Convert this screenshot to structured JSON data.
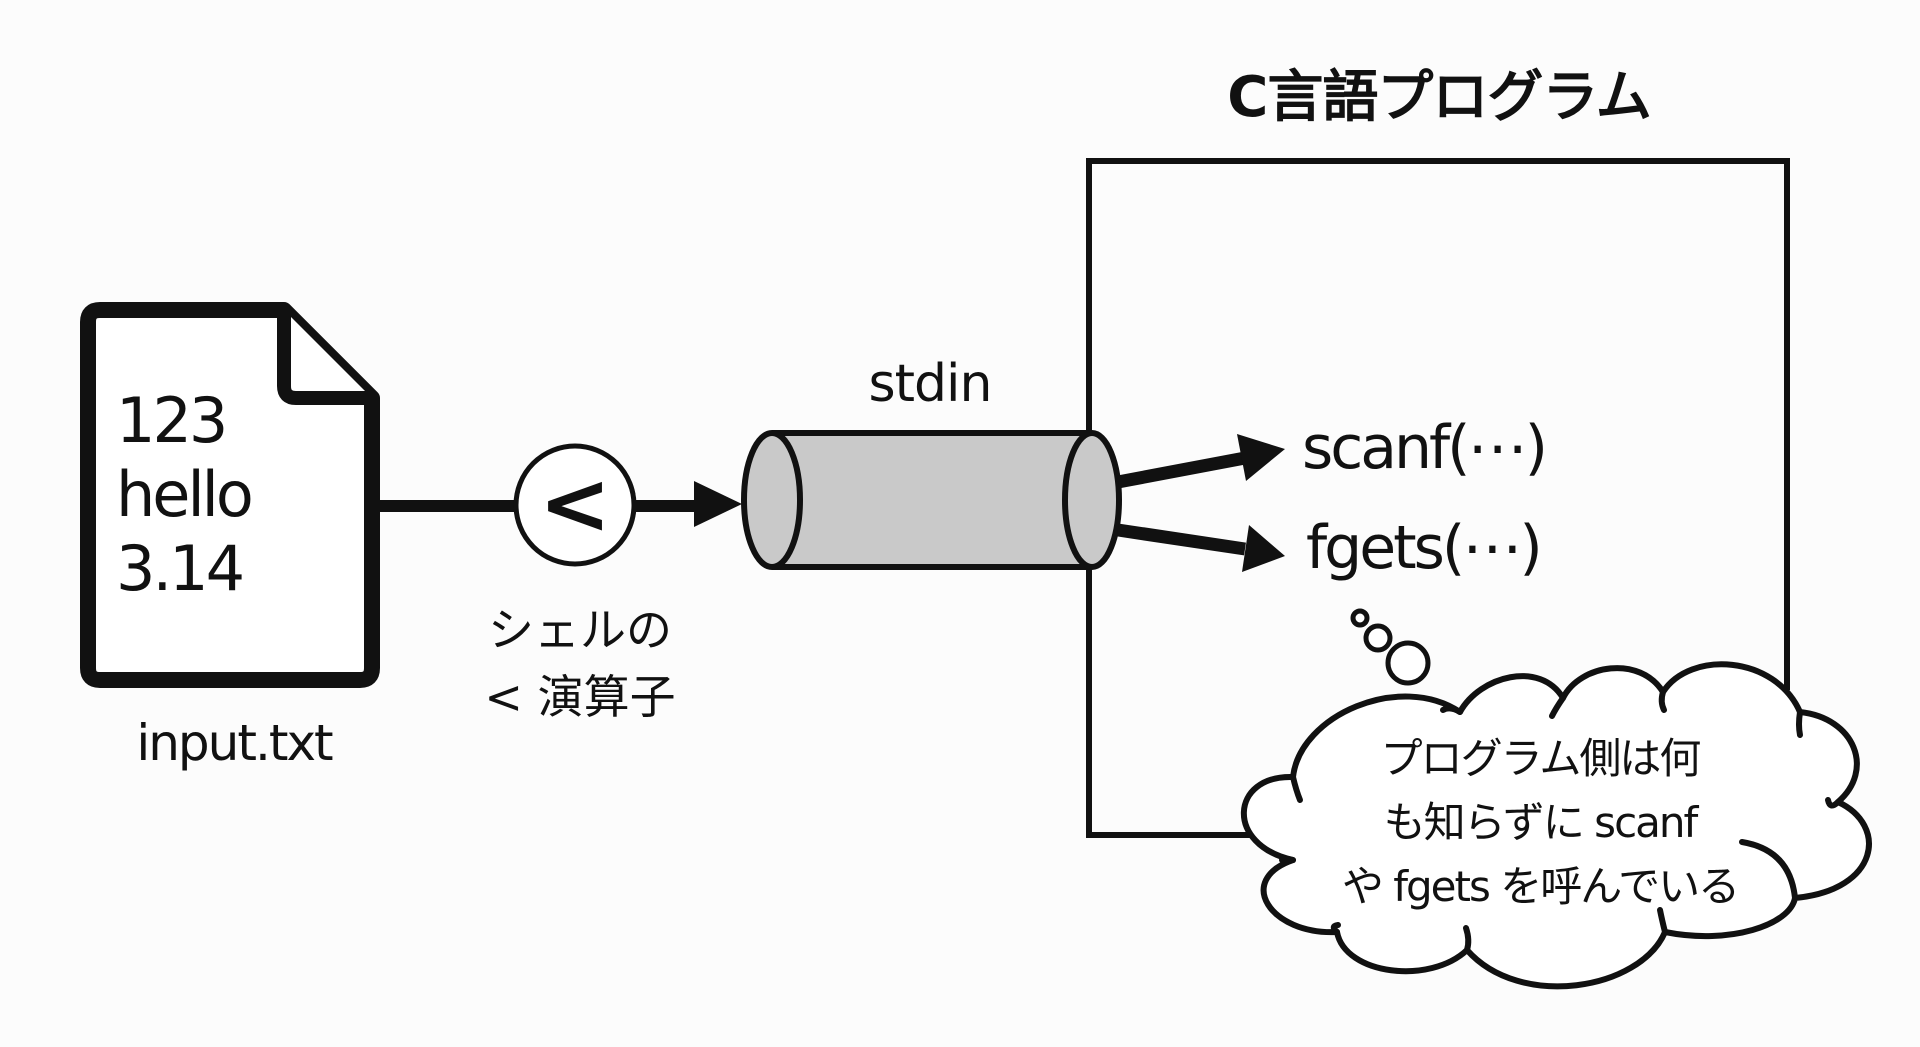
{
  "diagram": {
    "title": "C言語プログラム",
    "input_file": {
      "icon": "document-icon",
      "lines": [
        "123",
        "hello",
        "3.14"
      ],
      "name": "input.txt"
    },
    "redirect_operator": {
      "symbol": "<",
      "caption_lines": [
        "シェルの",
        "< 演算子"
      ]
    },
    "stream": {
      "label": "stdin",
      "icon": "pipe-cylinder-icon",
      "fill_color": "#c9c9c9"
    },
    "program_functions": [
      "scanf(⋯)",
      "fgets(⋯)"
    ],
    "thought_bubble": {
      "icon": "thought-cloud-icon",
      "lines": [
        "プログラム側は何",
        "も知らずに scanf",
        "や fgets を呼んでいる"
      ]
    },
    "colors": {
      "background": "#fcfcfc",
      "stroke": "#111111",
      "pipe_fill": "#c9c9c9"
    }
  }
}
